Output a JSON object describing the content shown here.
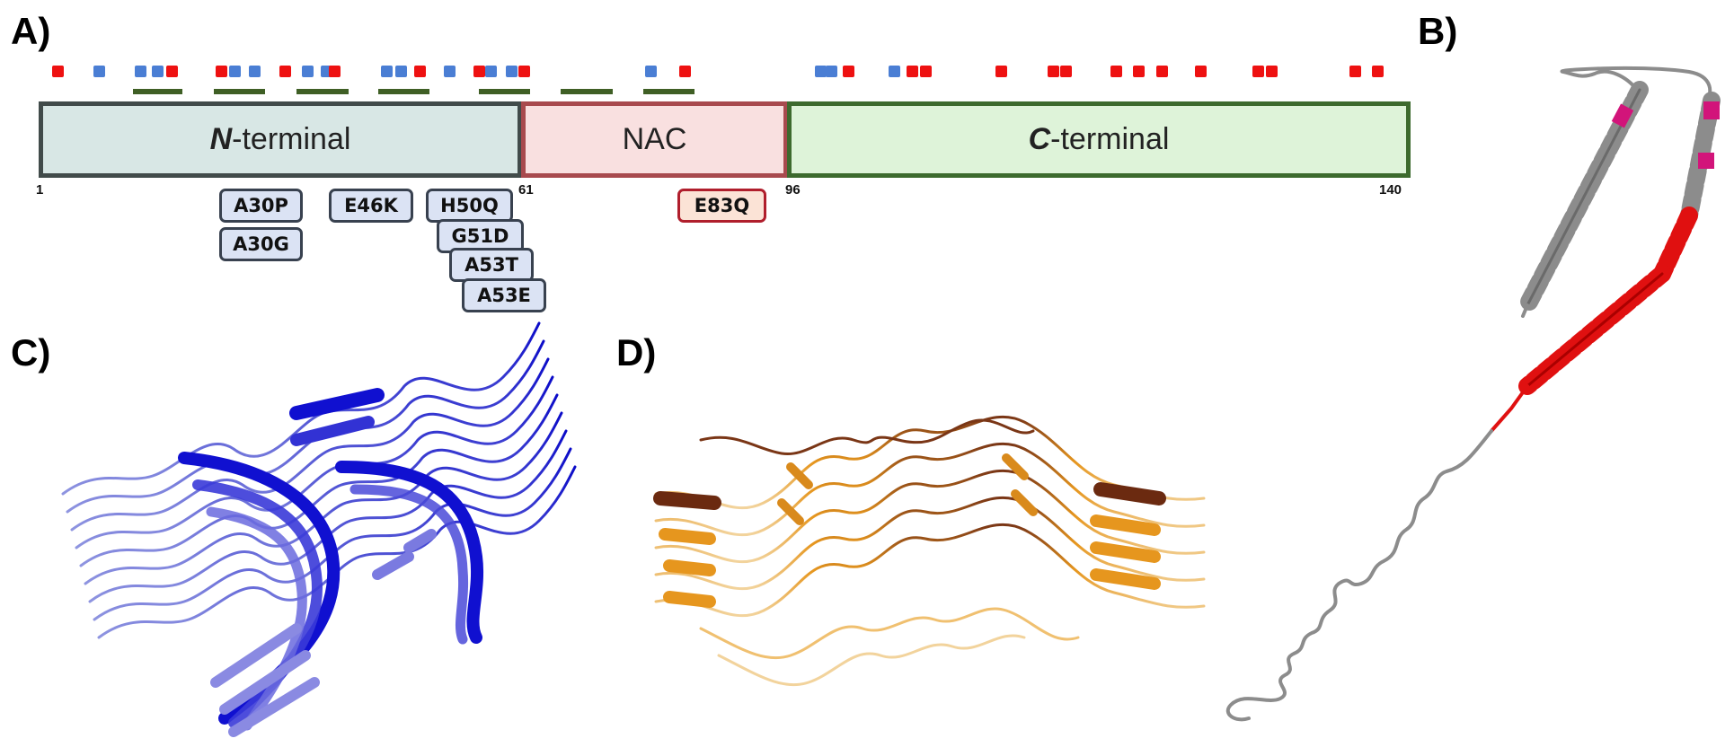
{
  "panels": {
    "a": "A)",
    "b": "B)",
    "c": "C)",
    "d": "D)"
  },
  "domains": [
    {
      "prefix": "N",
      "suffix": "-terminal",
      "fill": "#d8e7e5",
      "border": "#414b4a"
    },
    {
      "prefix": "",
      "suffix": "NAC",
      "fill": "#f9e0e0",
      "border": "#a84a4e"
    },
    {
      "prefix": "C",
      "suffix": "-terminal",
      "fill": "#def3d9",
      "border": "#3d6a2e"
    }
  ],
  "positions": {
    "start": "1",
    "n_end": "61",
    "nac_end": "96",
    "end": "140"
  },
  "mutations_n": [
    "A30P",
    "A30G",
    "E46K",
    "H50Q",
    "G51D",
    "A53T",
    "A53E"
  ],
  "mutations_nac": [
    "E83Q"
  ],
  "colors": {
    "red_marker": "#ee1111",
    "blue_marker": "#4a7ed4",
    "repeat_bar": "#3f5f25",
    "fibril_c": "#1a1ad0",
    "fibril_d": "#d98a1c",
    "helix_grey": "#8c8c8c",
    "helix_red": "#e01010",
    "helix_magenta": "#d2147a"
  }
}
